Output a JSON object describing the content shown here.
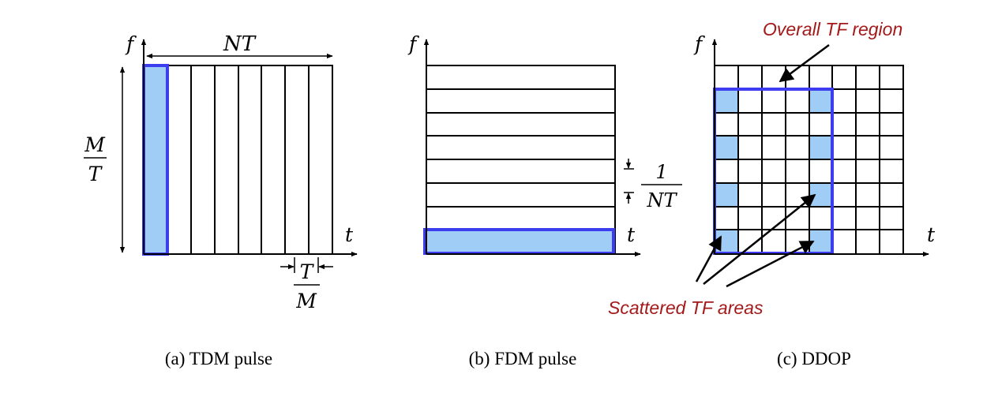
{
  "colors": {
    "grid": "#000000",
    "highlight_fill": "#9fcdf5",
    "highlight_stroke": "#3d3df0",
    "annotation_text": "#a41a1a",
    "arrow": "#000000"
  },
  "panels": {
    "tdm": {
      "caption": "(a) TDM pulse",
      "f_axis": "f",
      "t_axis": "t",
      "width_label": "NT",
      "height_label": {
        "numerator": "M",
        "denominator": "T"
      },
      "cell_label": {
        "numerator": "T",
        "denominator": "M"
      },
      "columns": 8,
      "highlighted_column": 0
    },
    "fdm": {
      "caption": "(b) FDM pulse",
      "f_axis": "f",
      "t_axis": "t",
      "rows": 8,
      "spacing_label": {
        "numerator": "1",
        "denominator": "NT"
      },
      "highlighted_row": 7
    },
    "ddop": {
      "caption": "(c) DDOP",
      "f_axis": "f",
      "t_axis": "t",
      "rows": 8,
      "columns": 8,
      "overall_label": "Overall TF region",
      "scattered_label": "Scattered TF areas",
      "region": {
        "col_start": 0,
        "col_end": 4,
        "row_start": 1,
        "row_end": 7
      },
      "highlighted_cells": [
        [
          1,
          0
        ],
        [
          1,
          4
        ],
        [
          3,
          0
        ],
        [
          3,
          4
        ],
        [
          5,
          0
        ],
        [
          5,
          4
        ],
        [
          7,
          0
        ],
        [
          7,
          4
        ]
      ]
    }
  }
}
